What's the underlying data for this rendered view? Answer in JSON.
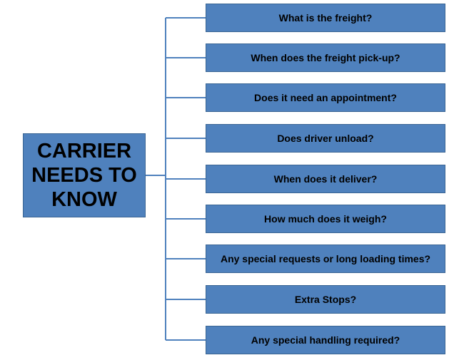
{
  "colors": {
    "box_fill": "#4f81bd",
    "box_border": "#3a6593",
    "connector": "#4f81bd",
    "text": "#000000"
  },
  "root": {
    "label": "CARRIER\nNEEDS TO\nKNOW"
  },
  "items": [
    {
      "label": "What is the freight?"
    },
    {
      "label": "When does the freight pick-up?"
    },
    {
      "label": "Does it need an appointment?"
    },
    {
      "label": "Does driver unload?"
    },
    {
      "label": "When does it deliver?"
    },
    {
      "label": "How much does it weigh?"
    },
    {
      "label": "Any special requests or long loading times?"
    },
    {
      "label": "Extra Stops?"
    },
    {
      "label": "Any special handling required?"
    }
  ]
}
